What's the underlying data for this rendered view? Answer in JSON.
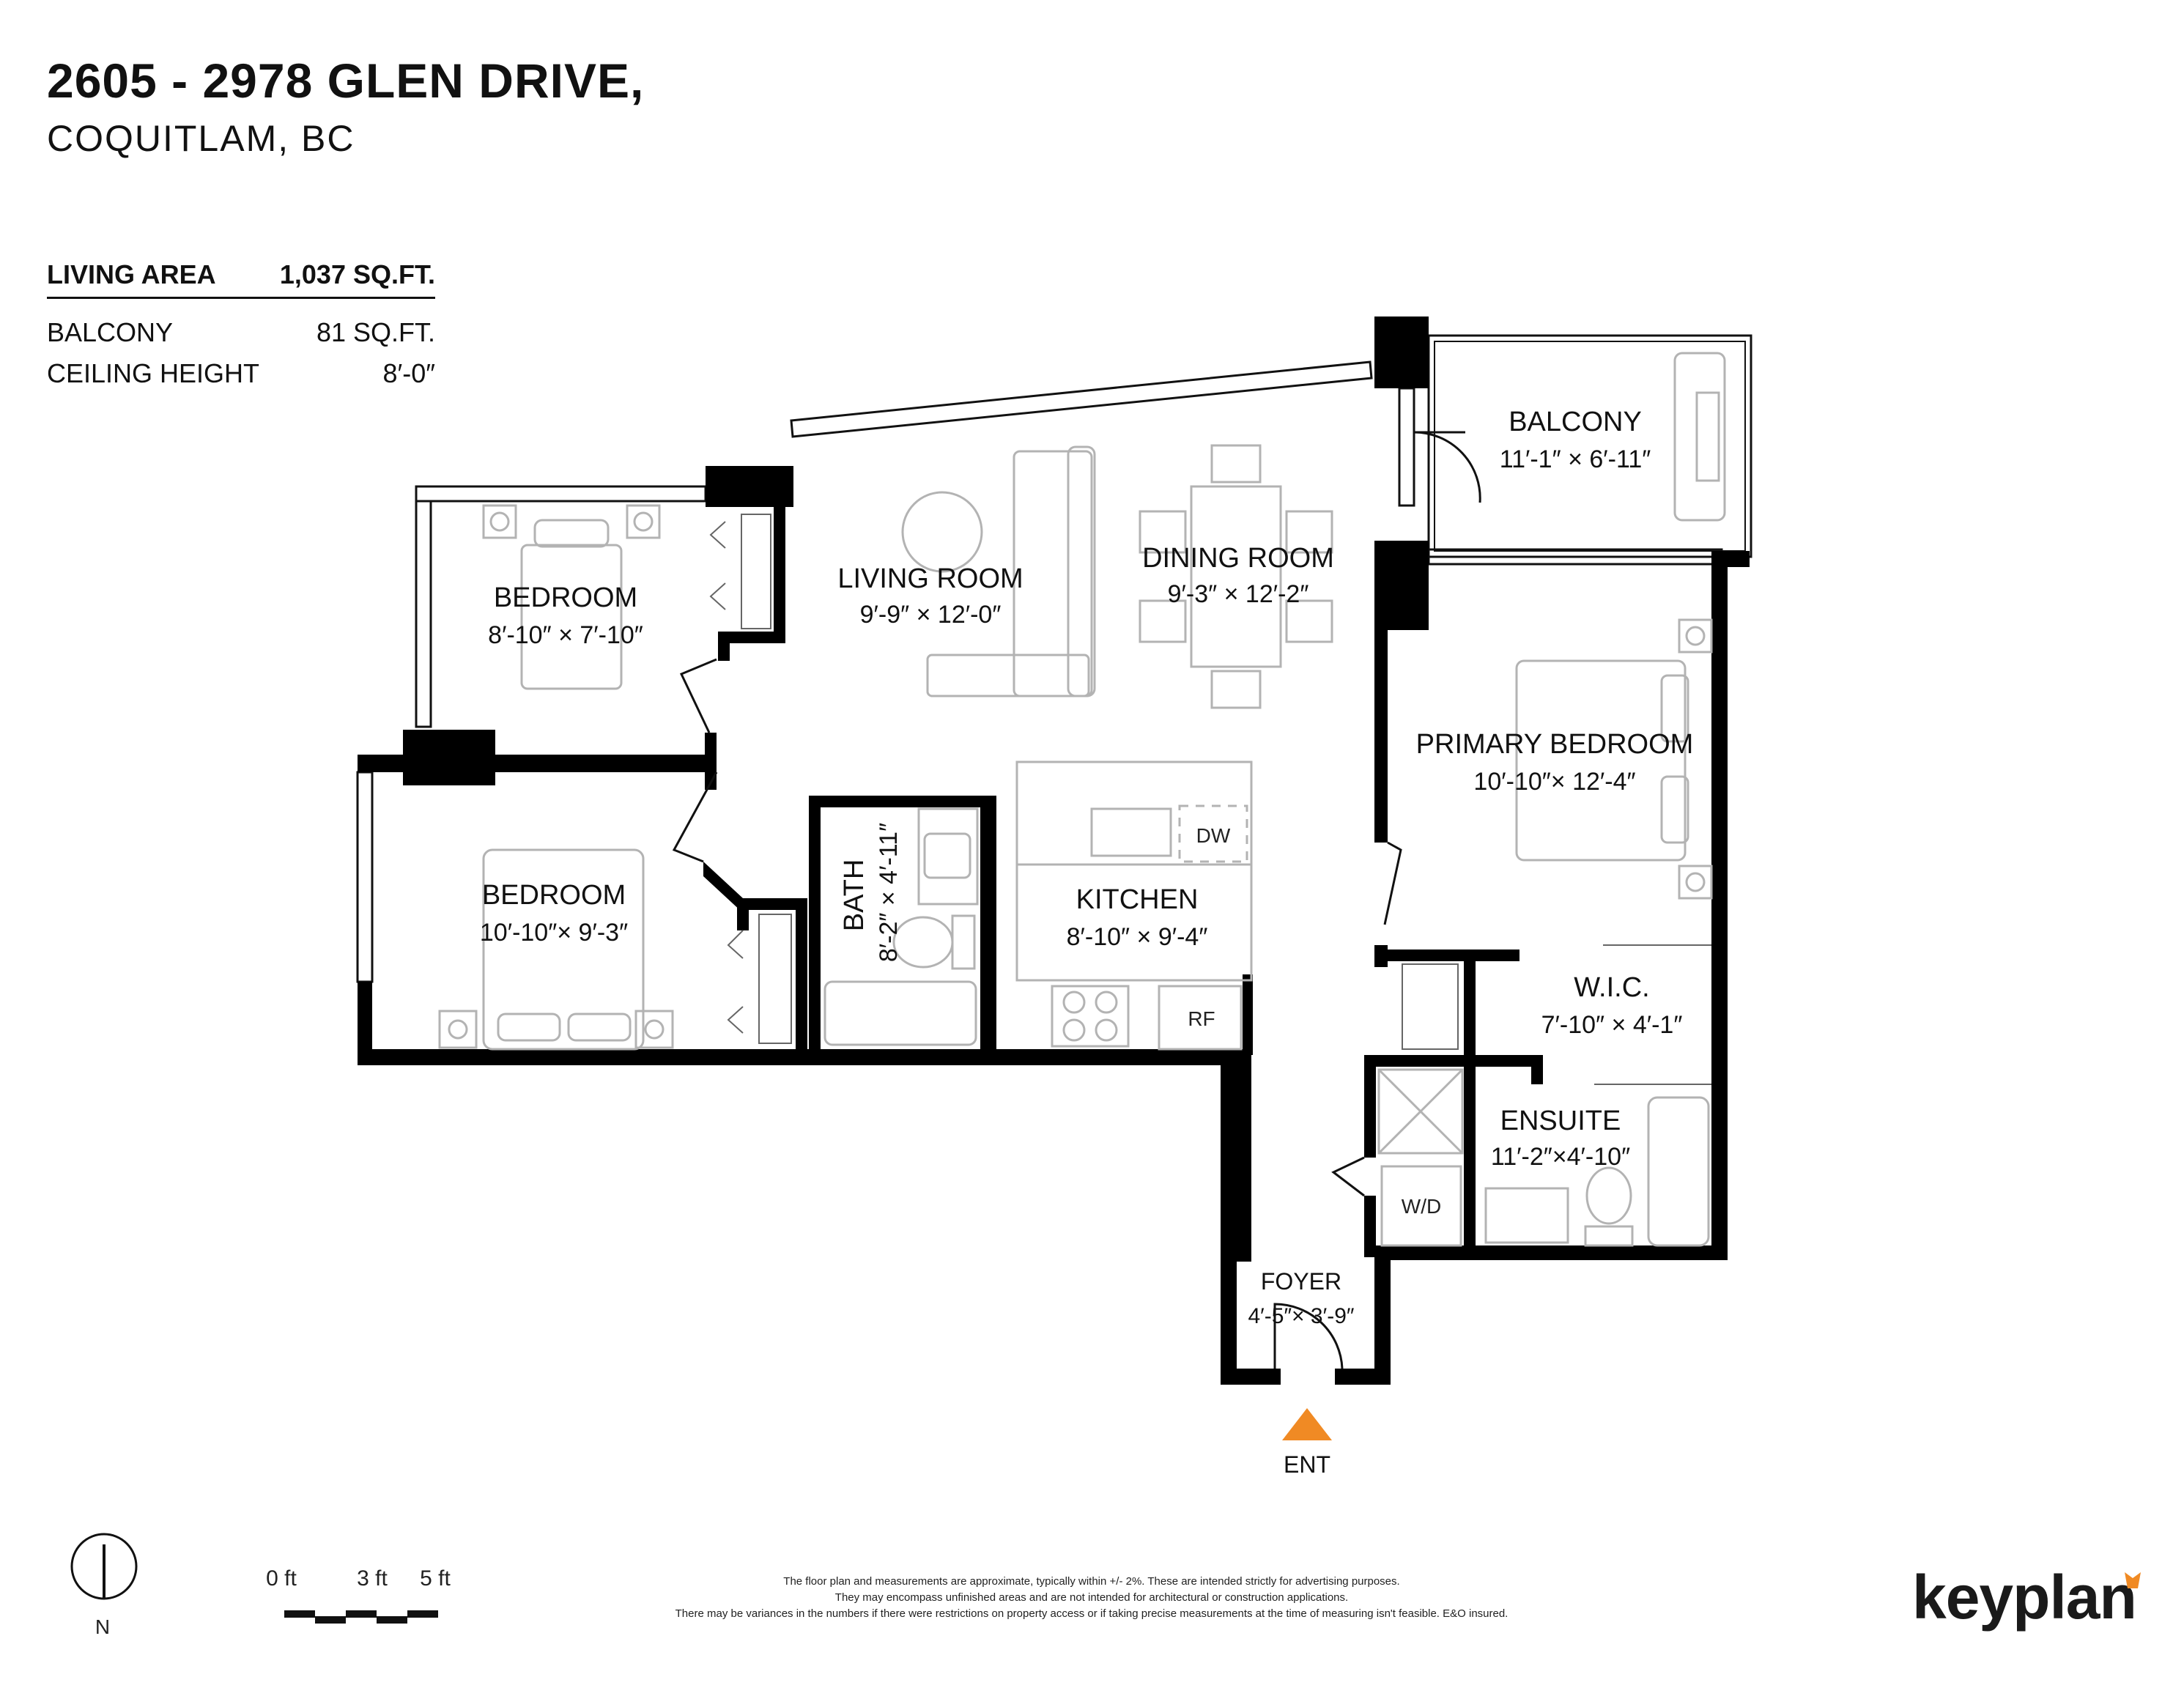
{
  "header": {
    "title": "2605 - 2978 GLEN DRIVE,",
    "subtitle": "COQUITLAM, BC"
  },
  "stats": {
    "living_area_label": "LIVING AREA",
    "living_area_value": "1,037 SQ.FT.",
    "balcony_label": "BALCONY",
    "balcony_value": "81 SQ.FT.",
    "ceiling_label": "CEILING HEIGHT",
    "ceiling_value": "8′-0″"
  },
  "rooms": {
    "bedroom1": {
      "name": "BEDROOM",
      "dims": "8′-10″ × 7′-10″"
    },
    "living": {
      "name": "LIVING ROOM",
      "dims": "9′-9″ × 12′-0″"
    },
    "dining": {
      "name": "DINING ROOM",
      "dims": "9′-3″ × 12′-2″"
    },
    "balcony": {
      "name": "BALCONY",
      "dims": "11′-1″ × 6′-11″"
    },
    "primary": {
      "name": "PRIMARY BEDROOM",
      "dims": "10′-10″× 12′-4″"
    },
    "bedroom2": {
      "name": "BEDROOM",
      "dims": "10′-10″× 9′-3″"
    },
    "bath": {
      "name": "BATH",
      "dims": "8′-2″ × 4′-11″"
    },
    "kitchen": {
      "name": "KITCHEN",
      "dims": "8′-10″ × 9′-4″"
    },
    "wic": {
      "name": "W.I.C.",
      "dims": "7′-10″ × 4′-1″"
    },
    "ensuite": {
      "name": "ENSUITE",
      "dims": "11′-2″×4′-10″"
    },
    "foyer": {
      "name": "FOYER",
      "dims": "4′-5″× 3′-9″"
    }
  },
  "fixtures": {
    "dw": "DW",
    "rf": "RF",
    "wd": "W/D"
  },
  "entry": "ENT",
  "compass": {
    "label": "N"
  },
  "scale": {
    "l0": "0 ft",
    "l3": "3 ft",
    "l5": "5 ft"
  },
  "disclaimer": [
    "The floor plan and measurements are approximate, typically within +/- 2%. These are intended strictly for advertising purposes.",
    "They may encompass unfinished areas and are not intended for architectural or construction applications.",
    "There may be variances in the numbers if there were restrictions on property access or if taking precise measurements at the time of measuring isn't feasible. E&O insured."
  ],
  "brand": {
    "name": "keyplan",
    "accent": "#f08a24"
  },
  "colors": {
    "wall": "#000000",
    "furniture": "#b3b3b3",
    "entry_marker": "#f08a24"
  }
}
